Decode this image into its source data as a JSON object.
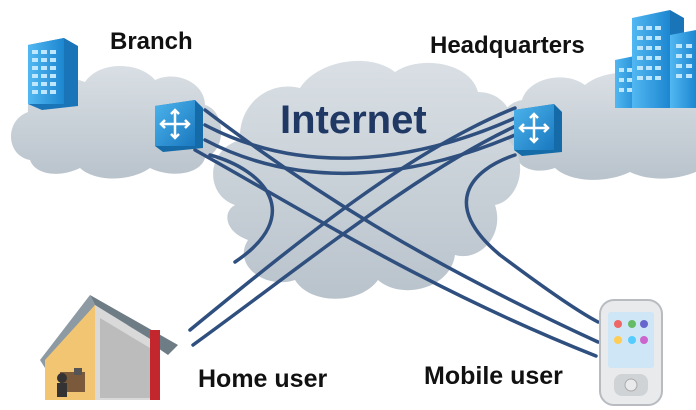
{
  "labels": {
    "branch": "Branch",
    "headquarters": "Headquarters",
    "internet": "Internet",
    "home_user": "Home user",
    "mobile_user": "Mobile user"
  },
  "nodes": [
    {
      "id": "branch",
      "icon": "office-building-icon"
    },
    {
      "id": "branch-router",
      "icon": "router-icon"
    },
    {
      "id": "headquarters",
      "icon": "office-towers-icon"
    },
    {
      "id": "hq-router",
      "icon": "router-icon"
    },
    {
      "id": "internet",
      "icon": "cloud-icon"
    },
    {
      "id": "home-user",
      "icon": "house-icon"
    },
    {
      "id": "mobile-user",
      "icon": "smartphone-icon"
    }
  ],
  "colors": {
    "cloud": "#c6ced6",
    "link": "#2f4f7f",
    "building": "#2aa0e8",
    "router": "#2a9bd8",
    "internet_text": "#1f3864"
  }
}
